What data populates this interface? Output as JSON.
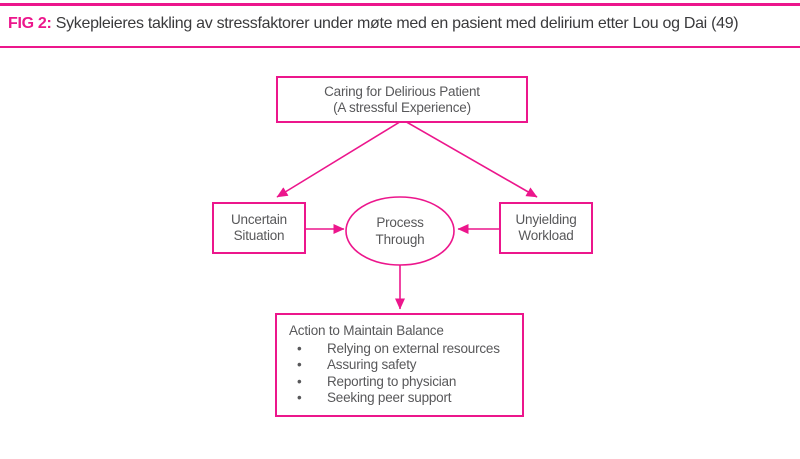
{
  "colors": {
    "accent": "#ec168c",
    "text_dark": "#3a3a3c",
    "text_gray": "#58585a"
  },
  "header": {
    "fig_label": "FIG 2:",
    "caption": "Sykepleieres takling av stressfaktorer under møte med en pasient med delirium etter Lou og Dai (49)"
  },
  "diagram": {
    "top_box": {
      "line1": "Caring for Delirious Patient",
      "line2": "(A stressful Experience)"
    },
    "left_box": {
      "line1": "Uncertain",
      "line2": "Situation"
    },
    "center_ellipse": {
      "line1": "Process",
      "line2": "Through"
    },
    "right_box": {
      "line1": "Unyielding",
      "line2": "Workload"
    },
    "bottom_box": {
      "title": "Action to Maintain Balance",
      "items": [
        "Relying on external resources",
        "Assuring safety",
        "Reporting to physician",
        "Seeking peer support"
      ]
    }
  }
}
